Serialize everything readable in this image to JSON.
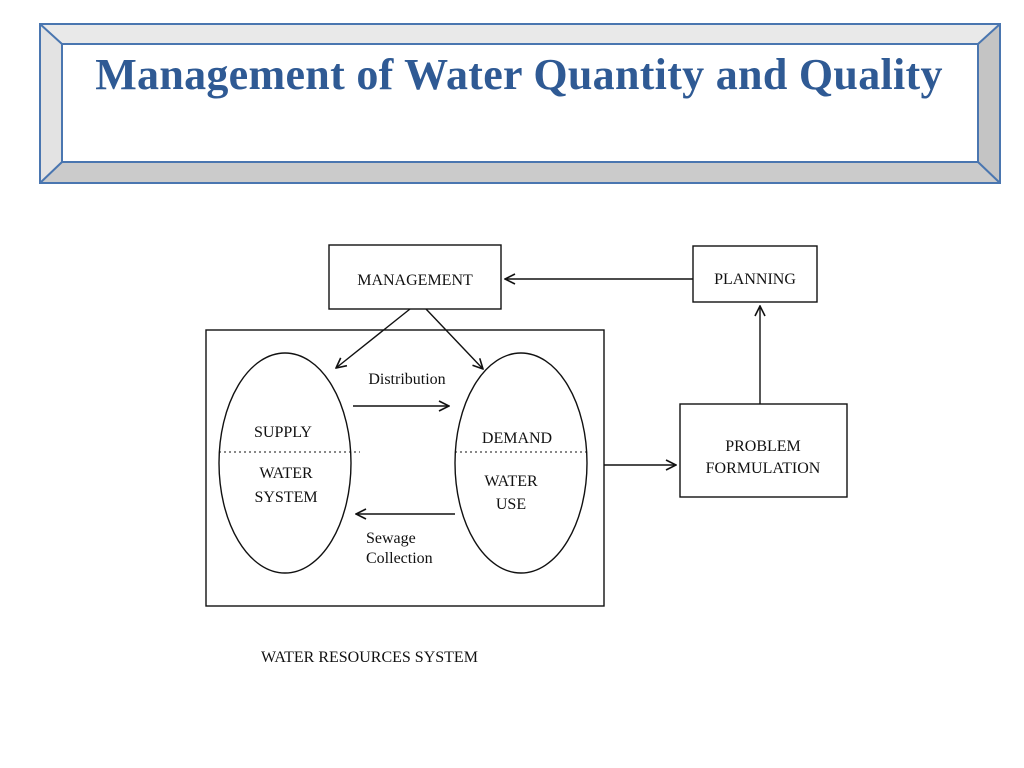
{
  "slide": {
    "title": "Management of Water Quantity and Quality"
  },
  "colors": {
    "title_text": "#2f5a94",
    "frame_border": "#4a76b0",
    "bevel_light": "#e7e7e7",
    "bevel_dark": "#c2c2c2",
    "diagram_ink": "#111111"
  },
  "diagram": {
    "nodes": {
      "management": "MANAGEMENT",
      "planning": "PLANNING",
      "supply": "SUPPLY",
      "water_system_line1": "WATER",
      "water_system_line2": "SYSTEM",
      "demand": "DEMAND",
      "water_use_line1": "WATER",
      "water_use_line2": "USE",
      "problem_line1": "PROBLEM",
      "problem_line2": "FORMULATION"
    },
    "edge_labels": {
      "distribution": "Distribution",
      "sewage_line1": "Sewage",
      "sewage_line2": "Collection"
    },
    "caption": "WATER RESOURCES SYSTEM"
  }
}
